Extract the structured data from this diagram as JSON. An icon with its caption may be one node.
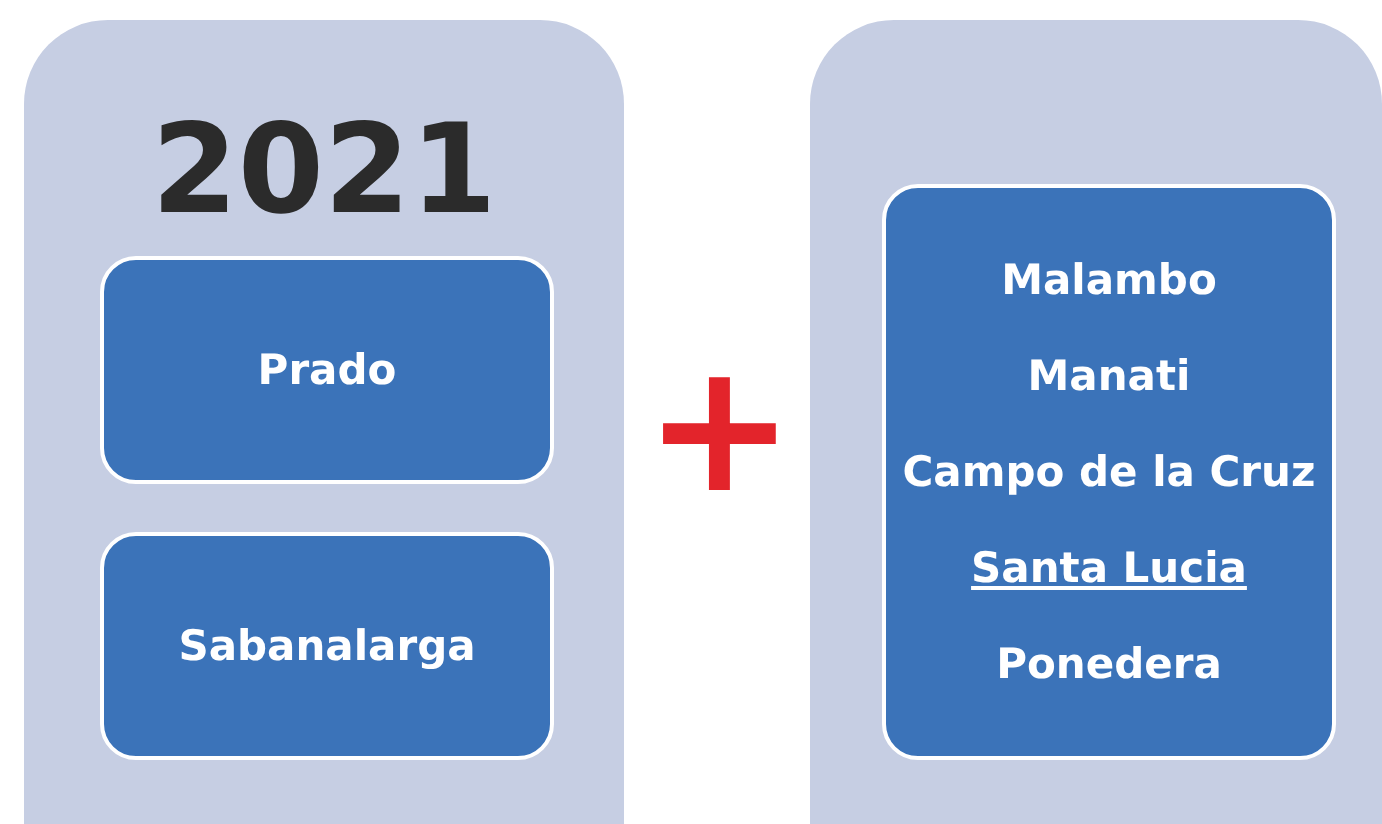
{
  "diagram": {
    "nodes": [
      {
        "text": [
          "2021"
        ]
      },
      {
        "text": [
          "Prado"
        ],
        "in": 0
      },
      {
        "text": [
          "Sabanalarga"
        ],
        "in": 0
      },
      {
        "text": [],
        "shape": "box"
      },
      {
        "text": [
          "Malambo",
          "Manati",
          "Campo de la Cruz",
          "Santa Lucia",
          "Ponedera"
        ],
        "in": 3
      }
    ],
    "labels": [
      "+"
    ]
  }
}
